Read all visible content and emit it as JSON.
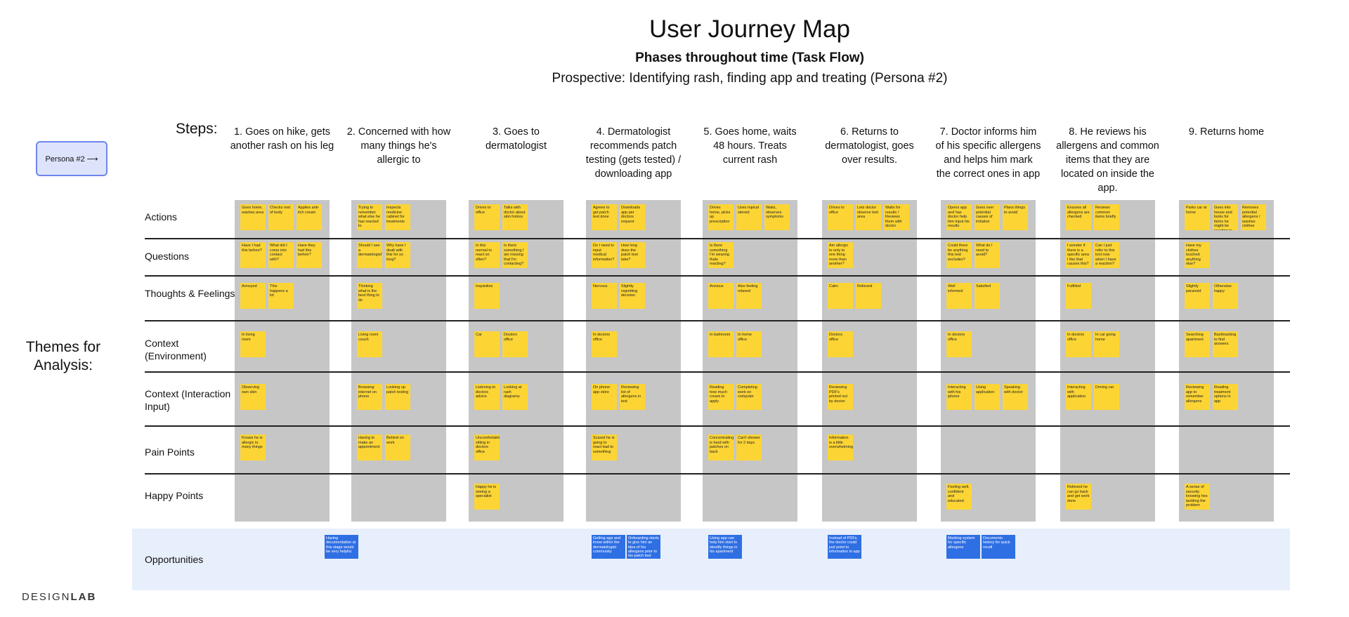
{
  "header": {
    "title": "User Journey Map",
    "subtitle": "Phases throughout time (Task Flow)",
    "description": "Prospective: Identifying rash, finding app and treating (Persona #2)"
  },
  "steps_label": "Steps:",
  "persona_button": "Persona #2 ⟶",
  "themes_label": "Themes for Analysis:",
  "steps": [
    "1. Goes on hike, gets another rash on his leg",
    "2. Concerned with how many things he's allergic to",
    "3. Goes to dermatologist",
    "4. Dermatologist recommends patch testing (gets tested) / downloading app",
    "5. Goes home, waits 48 hours. Treats current rash",
    "6. Returns to dermatologist, goes over results.",
    "7. Doctor informs him of his specific allergens and helps him mark the correct ones in app",
    "8. He reviews his allergens and common items that they are located on inside the app.",
    "9. Returns home"
  ],
  "rows": [
    {
      "label": "Actions"
    },
    {
      "label": "Questions"
    },
    {
      "label": "Thoughts & Feelings"
    },
    {
      "label": "Context (Environment)"
    },
    {
      "label": "Context (Interaction Input)"
    },
    {
      "label": "Pain Points"
    },
    {
      "label": "Happy Points"
    }
  ],
  "opportunities_label": "Opportunities",
  "notes": [
    [
      [
        "Goes home, washes area",
        "Checks rest of body",
        "Applies anti-itch cream"
      ],
      [
        "Have I had this before?",
        "What did I come into contact with?",
        "Have they had this before?"
      ],
      [
        "Annoyed",
        "This happens a lot"
      ],
      [
        "In living room"
      ],
      [
        "Observing own skin"
      ],
      [
        "Knows he is allergic to many things"
      ],
      []
    ],
    [
      [
        "Trying to remember what else he has reacted to",
        "Inspects medicine cabinet for treatments"
      ],
      [
        "Should I see a dermatologist?",
        "Why have I dealt with this for so long?"
      ],
      [
        "Thinking what is the best thing to do"
      ],
      [
        "Living room couch"
      ],
      [
        "Browsing internet on phone",
        "Looking up patch testing"
      ],
      [
        "Having to make an appointment",
        "Behind on work"
      ],
      []
    ],
    [
      [
        "Drives to office",
        "Talks with doctor about skin history"
      ],
      [
        "Is this normal to react so often?",
        "Is there something I am missing that I'm contacting?"
      ],
      [
        "Inquisitive"
      ],
      [
        "Car",
        "Doctors office"
      ],
      [
        "Listening to doctors advice",
        "Looking at rash diagrams"
      ],
      [
        "Uncomfortable sitting in doctors office"
      ],
      [
        "Happy he is seeing a specialist"
      ]
    ],
    [
      [
        "Agrees to get patch test done",
        "Downloads app per doctors request"
      ],
      [
        "Do I need to input medical information?",
        "How long does the patch test take?"
      ],
      [
        "Nervous",
        "Slightly regretting decision"
      ],
      [
        "In doctors office"
      ],
      [
        "On phone app store",
        "Reviewing list of allergens in test"
      ],
      [
        "Scared he is going to react bad to something"
      ],
      []
    ],
    [
      [
        "Drives home, picks up prescription",
        "Uses topical steroid",
        "Waits, observes symptoms"
      ],
      [
        "Is there something I'm wearing thats reacting?"
      ],
      [
        "Anxious",
        "Also feeling relaxed"
      ],
      [
        "In bathroom",
        "In home office"
      ],
      [
        "Reading how much cream to apply",
        "Completing work on computer"
      ],
      [
        "Concentrating is hard with patches on back",
        "Can't shower for 2 days"
      ],
      []
    ],
    [
      [
        "Drives to office",
        "Lets doctor observe test area",
        "Waits for results / Reviews them with doctor"
      ],
      [
        "Am allergic to only to one thing more than another?"
      ],
      [
        "Calm",
        "Relieved"
      ],
      [
        "Doctors office"
      ],
      [
        "Reviewing PDF's printed out by doctor"
      ],
      [
        "Information is a little overwhelming"
      ],
      []
    ],
    [
      [
        "Opens app and has doctor help him input his results",
        "Goes over potential causes of irritation",
        "Plans things to avoid"
      ],
      [
        "Could there be anything this test excludes?",
        "What do I need to avoid?"
      ],
      [
        "Well informed",
        "Satisfied"
      ],
      [
        "In doctors office"
      ],
      [
        "Interacting with his iphone",
        "Using application",
        "Speaking with doctor"
      ],
      [],
      [
        "Feeling well, confident and educated"
      ]
    ],
    [
      [
        "Ensures all allergens are checked",
        "Reviews common items briefly"
      ],
      [
        "I wonder if there is a specific area I like that causes this?",
        "Can I just refer to this tool now when I have a reaction?"
      ],
      [
        "Fulfilled"
      ],
      [
        "In doctors office",
        "In car going home"
      ],
      [
        "Interacting with application",
        "Driving car"
      ],
      [],
      [
        "Relieved he can go back and get work done"
      ]
    ],
    [
      [
        "Parks car at home",
        "Goes into house and looks for items he might be reacting to",
        "Removes potential allergens / washes clothes"
      ],
      [
        "Have my clothes touched anything else?"
      ],
      [
        "Slightly paranoid",
        "Otherwise happy"
      ],
      [
        "Searching apartment",
        "Backtracking to find answers"
      ],
      [
        "Reviewing app to remember allergens",
        "Reading treatment options in app"
      ],
      [],
      [
        "A sense of security knowing hes tackling the problem"
      ]
    ]
  ],
  "opportunities": [
    [],
    [
      "Having documentation at this stage would be very helpful."
    ],
    [],
    [
      "Getting app and know within the dermatologist community",
      "Onboarding starts to give him an idea of his allergens prior to his patch test"
    ],
    [
      "Using app can help him start to identify things in his apartment"
    ],
    [
      "Instead of PDFs, the doctor could just point to information in app"
    ],
    [
      "Marking system for specific allergens",
      "Documents history for quick recall"
    ],
    [],
    []
  ],
  "logo": {
    "part1": "DESIGN",
    "part2": "LAB"
  }
}
